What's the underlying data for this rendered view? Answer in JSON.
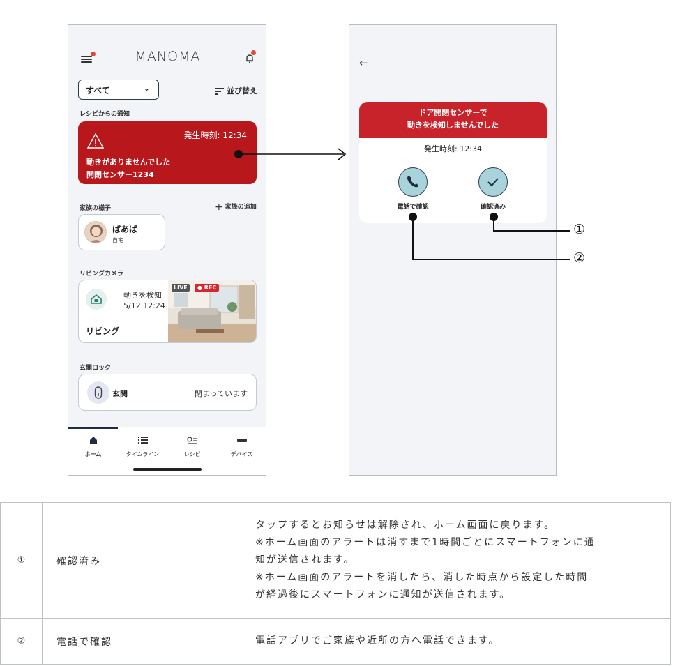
{
  "phone1": {
    "logo": "MANOMA",
    "filter": {
      "value": "すべて"
    },
    "sort_label": "並び替え",
    "recipe_section": "レシピからの通知",
    "alert": {
      "time": "発生時刻: 12:34",
      "line1": "動きがありませんでした",
      "line2": "開閉センサー1234"
    },
    "family_section": "家族の様子",
    "family_add": "家族の追加",
    "family": {
      "name": "ばあば",
      "location": "自宅"
    },
    "camera_section": "リビングカメラ",
    "camera": {
      "event": "動きを検知",
      "datetime": "5/12 12:24",
      "room": "リビング",
      "live": "LIVE",
      "rec": "REC"
    },
    "lock_section": "玄関ロック",
    "lock": {
      "name": "玄関",
      "status": "閉まっています"
    },
    "tabs": [
      {
        "label": "ホーム",
        "icon": "home-icon"
      },
      {
        "label": "タイムライン",
        "icon": "list-icon"
      },
      {
        "label": "レシピ",
        "icon": "recipe-icon"
      },
      {
        "label": "デバイス",
        "icon": "device-icon"
      }
    ]
  },
  "phone2": {
    "title_line1": "ドア開閉センサーで",
    "title_line2": "動きを検知しませんでした",
    "time": "発生時刻: 12:34",
    "call_label": "電話で確認",
    "confirm_label": "確認済み"
  },
  "callouts": {
    "c1": "①",
    "c2": "②"
  },
  "table": {
    "rows": [
      {
        "num": "①",
        "name": "確認済み",
        "desc": [
          "タップするとお知らせは解除され、ホーム画面に戻ります。",
          "※ホーム画面のアラートは消すまで1時間ごとにスマートフォンに通",
          "知が送信されます。",
          "※ホーム画面のアラートを消したら、消した時点から設定した時間",
          "が経過後にスマートフォンに通知が送信されます。"
        ]
      },
      {
        "num": "②",
        "name": "電話で確認",
        "desc": [
          "電話アプリでご家族や近所の方へ電話できます。"
        ]
      }
    ]
  },
  "colors": {
    "alert_red": "#b8171c",
    "header_red": "#c8232b",
    "action_teal": "#a9d3da",
    "nav_dark": "#1e2d44"
  }
}
